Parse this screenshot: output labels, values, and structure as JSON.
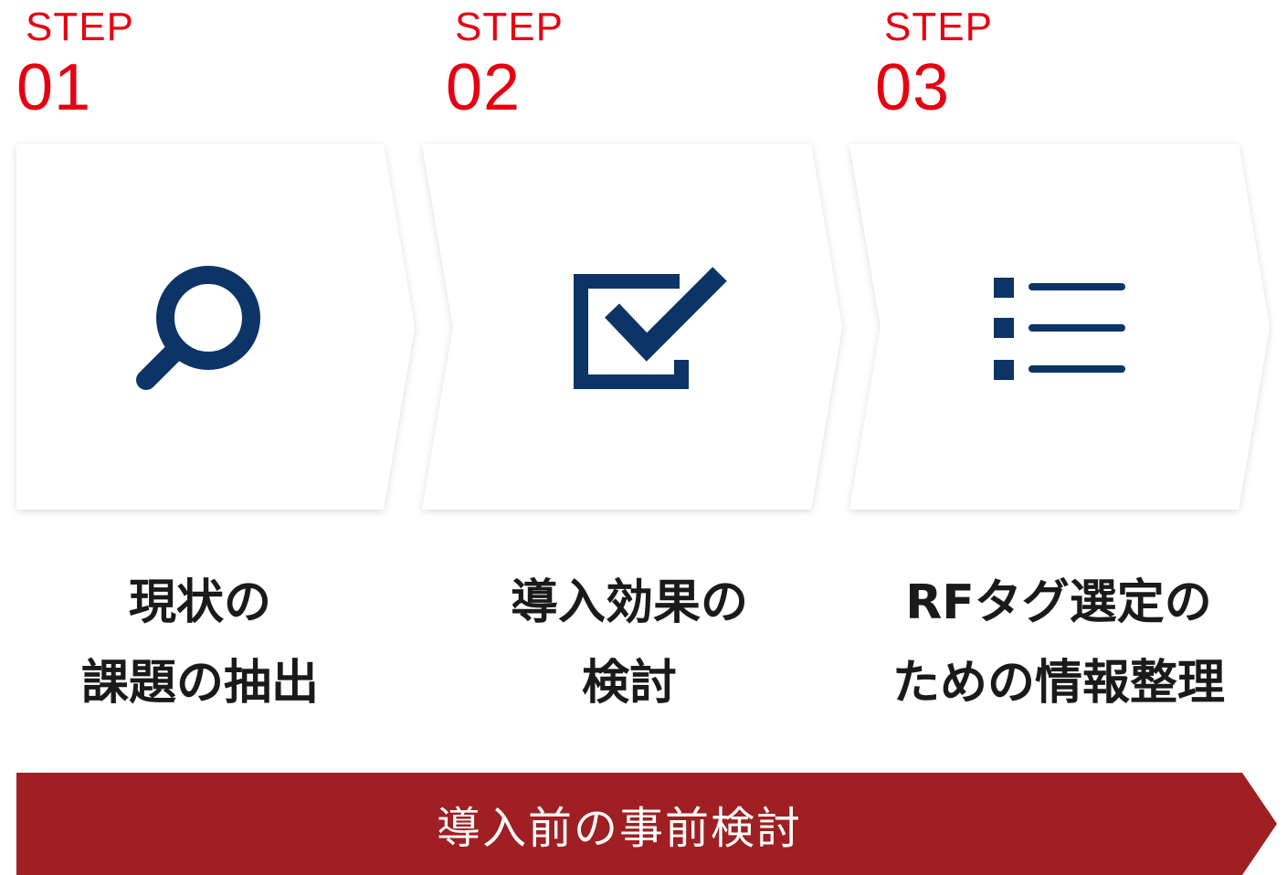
{
  "steps": [
    {
      "step_word": "STEP",
      "number": "01",
      "title_lines": [
        "現状の",
        "課題の抽出"
      ],
      "icon": "magnifier-icon"
    },
    {
      "step_word": "STEP",
      "number": "02",
      "title_lines": [
        "導入効果の",
        "検討"
      ],
      "icon": "checkbox-check-icon"
    },
    {
      "step_word": "STEP",
      "number": "03",
      "title_lines": [
        "RFタグ選定の",
        "ための情報整理"
      ],
      "icon": "list-icon"
    }
  ],
  "banner": {
    "label": "導入前の事前検討"
  },
  "colors": {
    "step_red": "#e60012",
    "icon_navy": "#0d3466",
    "banner_red": "#9f1f22",
    "title_text": "#1a1a1a"
  }
}
